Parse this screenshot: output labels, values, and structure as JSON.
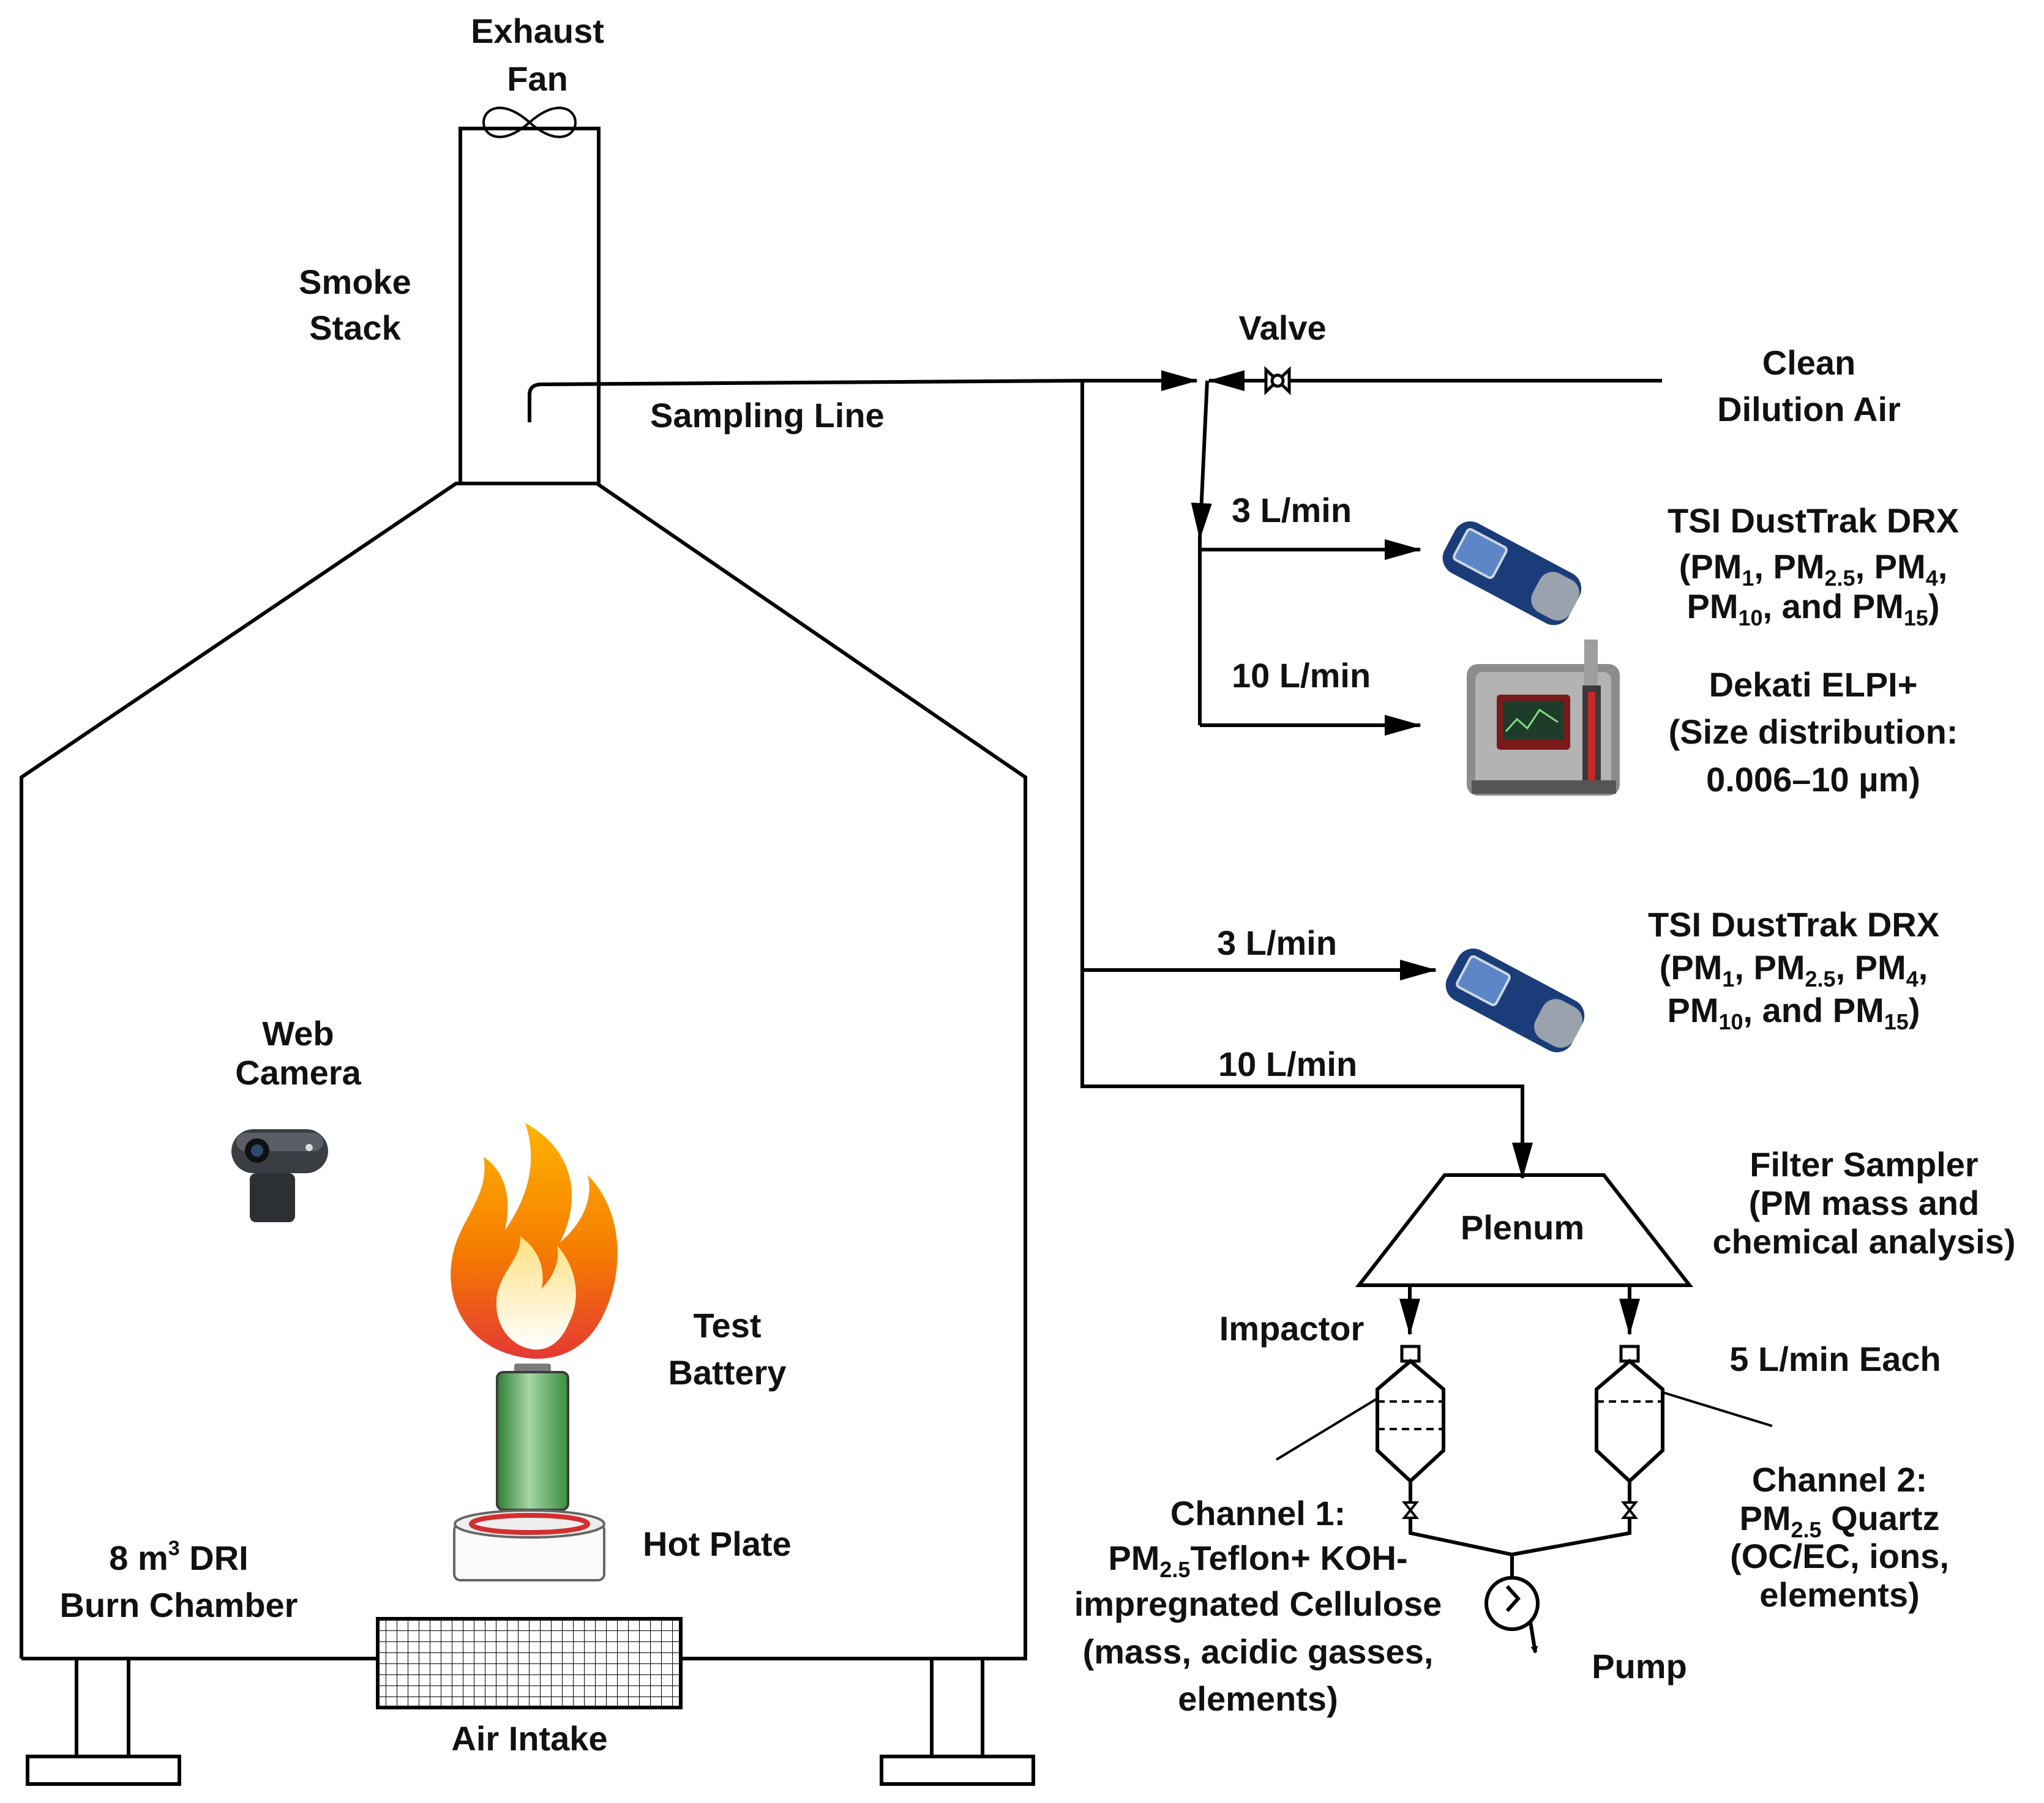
{
  "labels": {
    "exhaust_fan_1": "Exhaust",
    "exhaust_fan_2": "Fan",
    "smoke_stack_1": "Smoke",
    "smoke_stack_2": "Stack",
    "sampling_line": "Sampling Line",
    "valve": "Valve",
    "clean_dilution_1": "Clean",
    "clean_dilution_2": "Dilution Air",
    "flow_3_top": "3 L/min",
    "flow_10_top": "10 L/min",
    "flow_3_mid": "3 L/min",
    "flow_10_mid": "10 L/min",
    "web_camera_1": "Web",
    "web_camera_2": "Camera",
    "test_battery_1": "Test",
    "test_battery_2": "Battery",
    "hot_plate": "Hot Plate",
    "chamber_1a": "8 m",
    "chamber_1sup": "3",
    "chamber_1b": " DRI",
    "chamber_2": "Burn Chamber",
    "air_intake": "Air Intake",
    "plenum": "Plenum",
    "impactor": "Impactor",
    "each_flow": "5 L/min Each",
    "pump": "Pump"
  },
  "dusttrak": {
    "title": "TSI DustTrak DRX",
    "l2_pm": "(PM",
    "l2_s1": "1",
    "l2_c1": ", PM",
    "l2_s2": "2.5",
    "l2_c2": ", PM",
    "l2_s3": "4",
    "l2_c3": ",",
    "l3_pm": "PM",
    "l3_s1": "10",
    "l3_and": ", and PM",
    "l3_s2": "15",
    "l3_end": ")"
  },
  "elpi": {
    "l1": "Dekati ELPI+",
    "l2": "(Size distribution:",
    "l3": "0.006–10 µm)"
  },
  "filter_sampler": {
    "l1": "Filter Sampler",
    "l2": "(PM mass and",
    "l3": "chemical analysis)"
  },
  "channel1": {
    "l1": "Channel 1:",
    "l2_pm": "PM",
    "l2_sub": "2.5",
    "l2_rest": "Teflon+ KOH-",
    "l3": "impregnated Cellulose",
    "l4": "(mass, acidic gasses,",
    "l5": "elements)"
  },
  "channel2": {
    "l1": "Channel 2:",
    "l2_pm": "PM",
    "l2_sub": "2.5",
    "l2_rest": " Quartz",
    "l3": "(OC/EC, ions,",
    "l4": "elements)"
  },
  "colors": {
    "flame_outer": "#f57c00",
    "flame_mid": "#ffb300",
    "flame_inner": "#ffe082",
    "battery": "#4caf50",
    "battery_light": "#a5d6a7",
    "hotplate_ring": "#d32f2f",
    "device_blue": "#1a3d7a",
    "elpi_grey": "#8c8c8c"
  },
  "icons": [
    "exhaust-fan-icon",
    "valve-icon",
    "web-camera-icon",
    "flame-icon",
    "battery-icon",
    "hot-plate-icon",
    "dusttrak-icon",
    "elpi-icon",
    "pump-icon"
  ]
}
